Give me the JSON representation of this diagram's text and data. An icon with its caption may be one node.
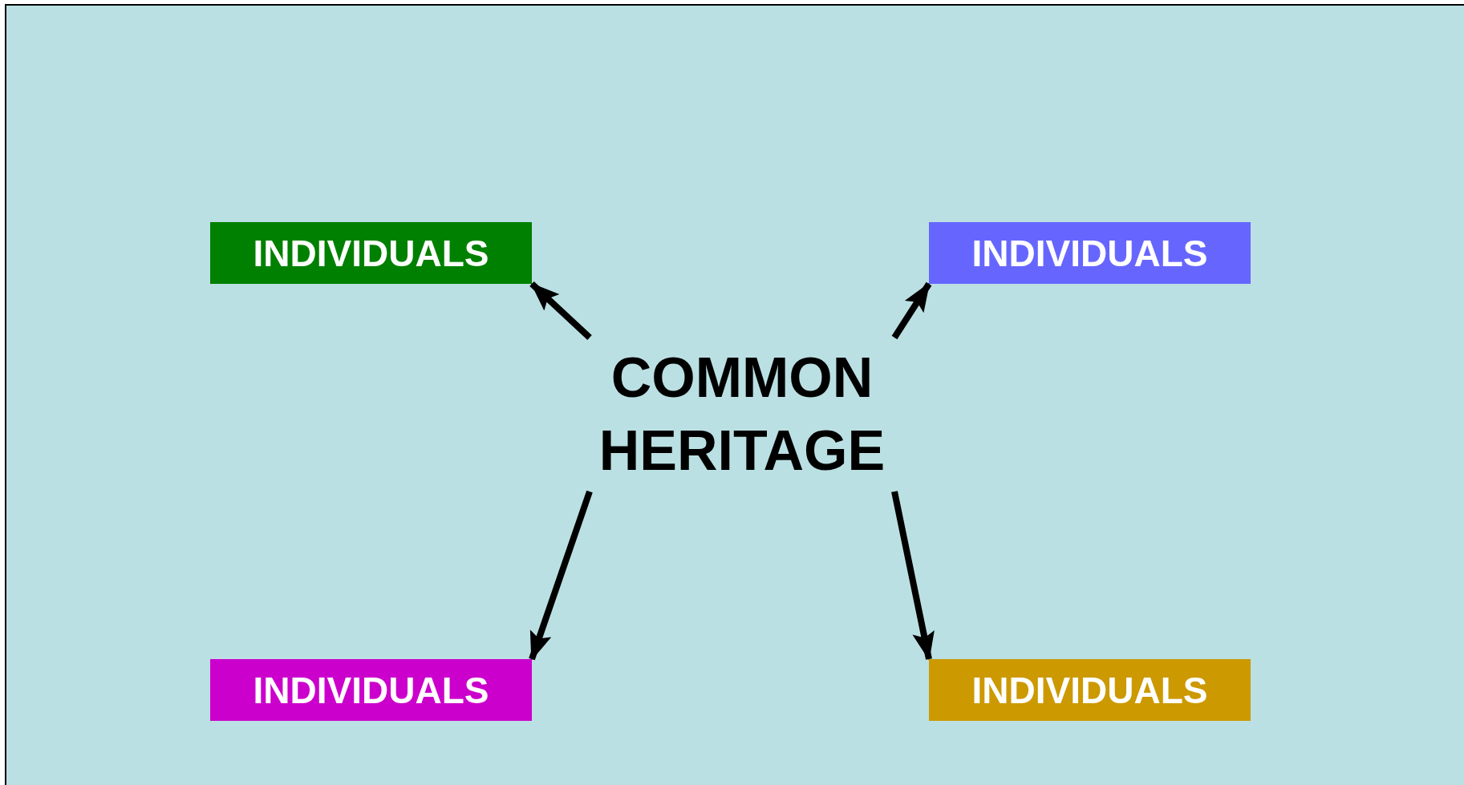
{
  "diagram": {
    "nodes": [
      {
        "text": [
          "INDIVIDUALS"
        ]
      },
      {
        "text": [
          "INDIVIDUALS"
        ]
      },
      {
        "text": [
          "COMMON HERITAGE"
        ]
      },
      {
        "text": [
          "INDIVIDUALS"
        ]
      },
      {
        "text": [
          "INDIVIDUALS"
        ]
      }
    ],
    "edges": [
      {
        "from": 2,
        "to": 0,
        "arrow": "to"
      },
      {
        "from": 2,
        "to": 1,
        "arrow": "to"
      },
      {
        "from": 2,
        "to": 3,
        "arrow": "to"
      },
      {
        "from": 2,
        "to": 4,
        "arrow": "to"
      }
    ]
  }
}
